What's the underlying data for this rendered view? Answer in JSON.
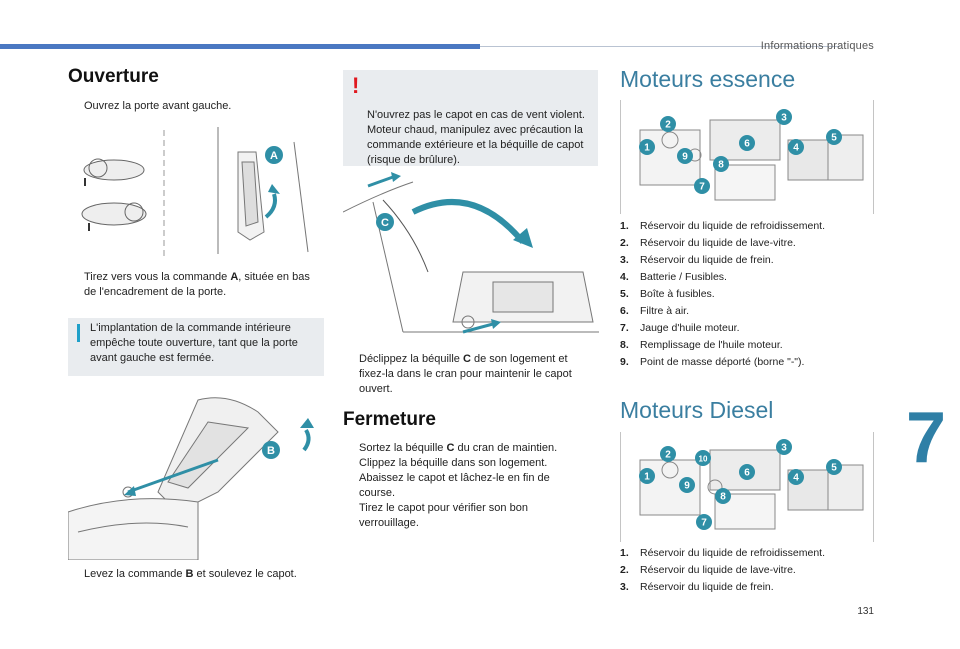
{
  "header": {
    "section": "Informations pratiques"
  },
  "left": {
    "title": "Ouverture",
    "step1": "Ouvrez la porte avant gauche.",
    "step2_pre": "Tirez vers vous la commande ",
    "step2_key": "A",
    "step2_post": ", située en bas de l'encadrement de la porte.",
    "info": "L'implantation de la commande intérieure empêche toute ouverture, tant que la porte avant gauche est fermée.",
    "step3_pre": "Levez la commande ",
    "step3_key": "B",
    "step3_post": " et soulevez le capot.",
    "callout_a": "A",
    "callout_b": "B"
  },
  "middle": {
    "warning": "N'ouvrez pas le capot en cas de vent violent.\nMoteur chaud, manipulez avec précaution la commande extérieure et la béquille de capot (risque de brûlure).",
    "step_c_pre": "Déclippez la béquille ",
    "step_c_key": "C",
    "step_c_post": " de son logement et fixez-la dans le cran pour maintenir le capot ouvert.",
    "callout_c": "C",
    "close_title": "Fermeture",
    "close_steps_pre": "Sortez la béquille ",
    "close_steps_key": "C",
    "close_steps_post": " du cran de maintien.",
    "close_step2": "Clippez la béquille dans son logement.",
    "close_step3": "Abaissez le capot et lâchez-le en fin de course.",
    "close_step4": "Tirez le capot pour vérifier son bon verrouillage."
  },
  "right": {
    "petrol_title": "Moteurs essence",
    "petrol_items": [
      {
        "n": "1.",
        "t": "Réservoir du liquide de refroidissement."
      },
      {
        "n": "2.",
        "t": "Réservoir du liquide de lave-vitre."
      },
      {
        "n": "3.",
        "t": "Réservoir du liquide de frein."
      },
      {
        "n": "4.",
        "t": "Batterie / Fusibles."
      },
      {
        "n": "5.",
        "t": "Boîte à fusibles."
      },
      {
        "n": "6.",
        "t": "Filtre à air."
      },
      {
        "n": "7.",
        "t": "Jauge d'huile moteur."
      },
      {
        "n": "8.",
        "t": "Remplissage de l'huile moteur."
      },
      {
        "n": "9.",
        "t": "Point de masse déporté (borne \"-\")."
      }
    ],
    "diesel_title": "Moteurs Diesel",
    "diesel_items": [
      {
        "n": "1.",
        "t": "Réservoir du liquide de refroidissement."
      },
      {
        "n": "2.",
        "t": "Réservoir du liquide de lave-vitre."
      },
      {
        "n": "3.",
        "t": "Réservoir du liquide de frein."
      }
    ],
    "petrol_markers": [
      "1",
      "2",
      "3",
      "4",
      "5",
      "6",
      "7",
      "8",
      "9"
    ],
    "diesel_markers": [
      "1",
      "2",
      "3",
      "4",
      "5",
      "6",
      "7",
      "8",
      "9",
      "10"
    ]
  },
  "bullet_glyph": "",
  "chapter": "7",
  "page_number": "131",
  "colors": {
    "accent": "#2f8fa6",
    "header_bar": "#4a78c2",
    "warning": "#e0181f",
    "info": "#1fa0c9"
  }
}
